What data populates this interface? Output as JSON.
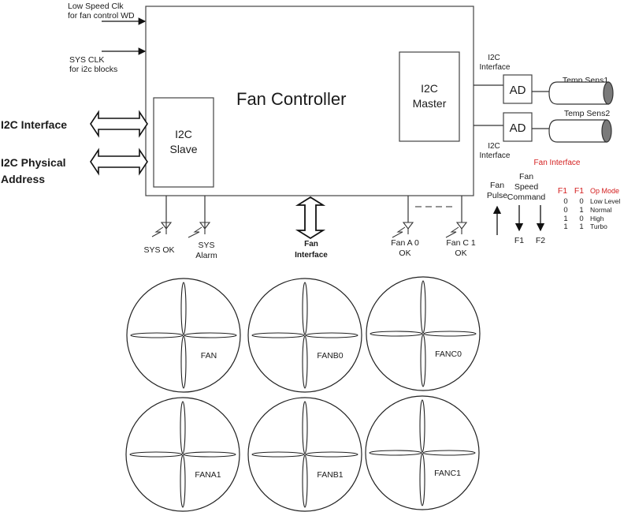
{
  "inputs": {
    "low_speed_clk": [
      "Low Speed Clk",
      "for fan control WD"
    ],
    "sys_clk": [
      "SYS CLK",
      "for i2c blocks"
    ]
  },
  "left_labels": {
    "i2c_interface": "I2C Interface",
    "i2c_physical_address": [
      "I2C  Physical",
      "Address"
    ]
  },
  "controller": {
    "title": "Fan Controller",
    "i2c_slave": [
      "I2C",
      "Slave"
    ],
    "i2c_master": [
      "I2C",
      "Master"
    ]
  },
  "right": {
    "i2c_interface_top": [
      "I2C",
      "Interface"
    ],
    "i2c_interface_bottom": [
      "I2C",
      "Interface"
    ],
    "ad1": "AD",
    "ad2": "AD",
    "temp_sens1": "Temp Sens1",
    "temp_sens2": "Temp Sens2",
    "fan_interface_heading": "Fan Interface",
    "fan_pulse": [
      "Fan",
      "Pulse"
    ],
    "fan_speed_command": [
      "Fan",
      "Speed",
      "Command"
    ],
    "f1": "F1",
    "f2": "F2"
  },
  "op_mode_table": {
    "headers": [
      "F1",
      "F1",
      "Op Mode"
    ],
    "rows": [
      [
        "0",
        "0",
        "Low Level"
      ],
      [
        "0",
        "1",
        "Normal"
      ],
      [
        "1",
        "0",
        "High"
      ],
      [
        "1",
        "1",
        "Turbo"
      ]
    ]
  },
  "outputs": {
    "sys_ok": [
      "SYS OK"
    ],
    "sys_alarm": [
      "SYS",
      "Alarm"
    ],
    "fan_interface": [
      "Fan",
      "Interface"
    ],
    "fan_a0_ok": [
      "Fan A 0",
      "OK"
    ],
    "fan_c1_ok": [
      "Fan C 1",
      "OK"
    ]
  },
  "fans": [
    {
      "label": "FAN"
    },
    {
      "label": "FANB0"
    },
    {
      "label": "FANC0"
    },
    {
      "label": "FANA1"
    },
    {
      "label": "FANB1"
    },
    {
      "label": "FANC1"
    }
  ],
  "colors": {
    "accent_red": "#d42020",
    "sensor_cap": "#7a7a7a"
  }
}
